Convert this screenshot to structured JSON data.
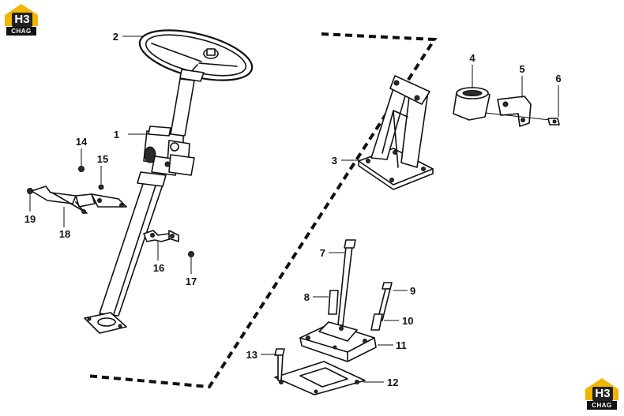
{
  "brand": {
    "logo_main": "H3",
    "logo_sub": "CHAG"
  },
  "callouts": [
    "1",
    "2",
    "3",
    "4",
    "5",
    "6",
    "7",
    "8",
    "9",
    "10",
    "11",
    "12",
    "13",
    "14",
    "15",
    "16",
    "17",
    "18",
    "19"
  ]
}
